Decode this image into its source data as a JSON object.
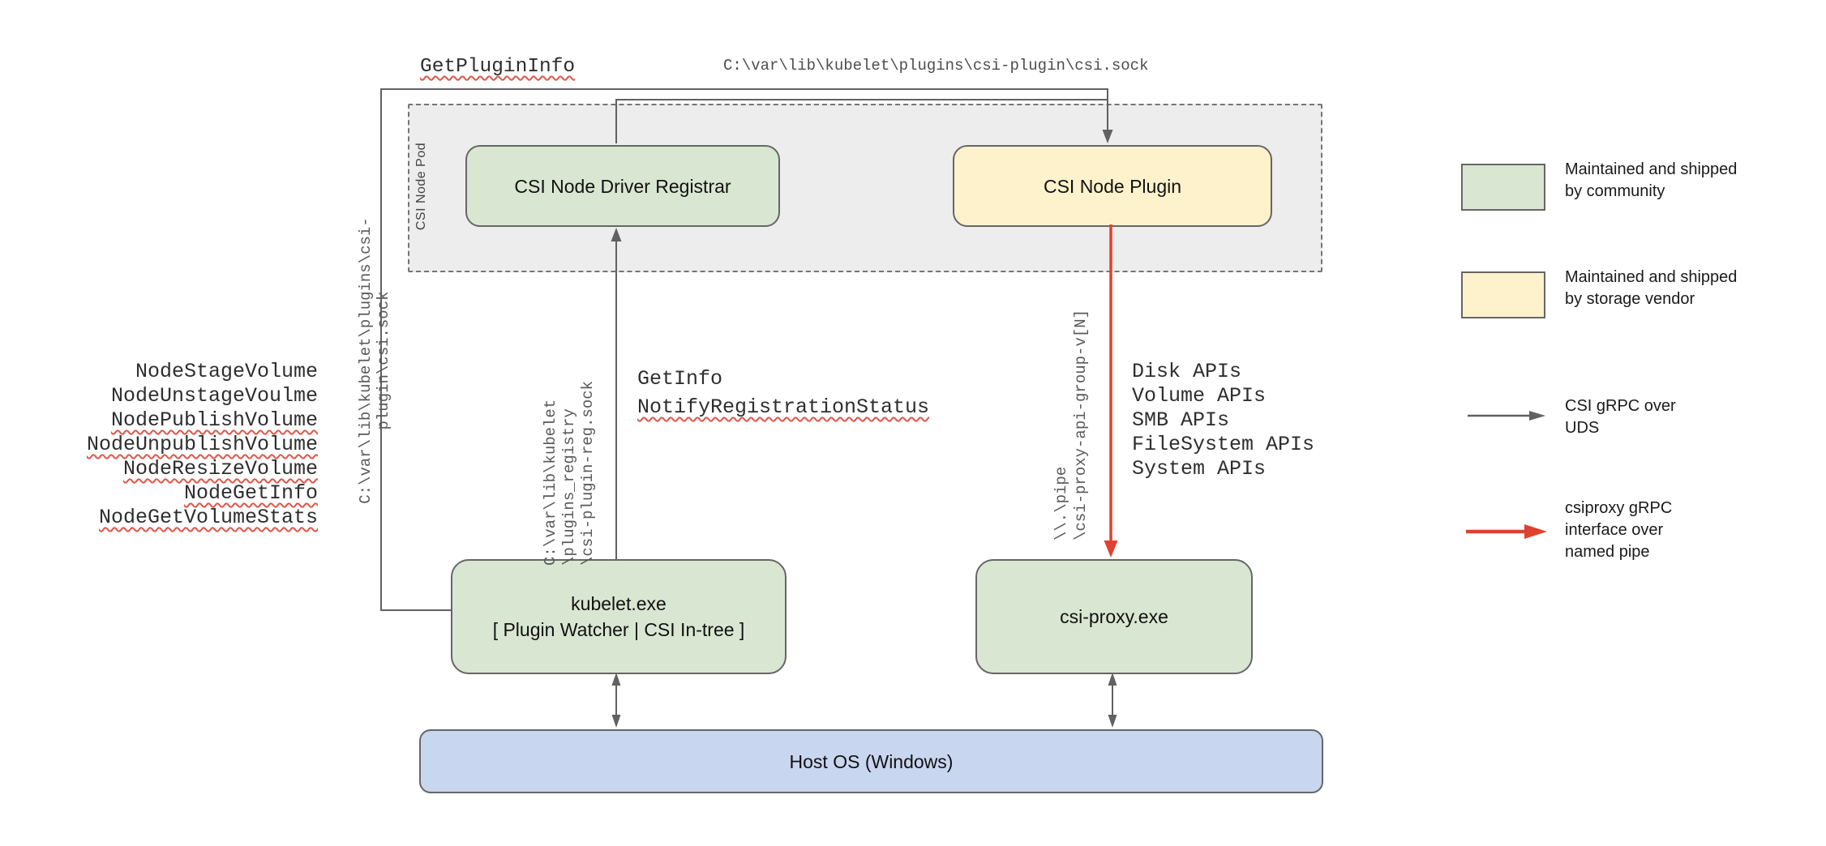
{
  "top_labels": {
    "get_plugin_info": "GetPluginInfo",
    "csi_sock_path": "C:\\var\\lib\\kubelet\\plugins\\csi-plugin\\csi.sock"
  },
  "pod": {
    "label": "CSI Node Pod",
    "registrar": "CSI Node Driver Registrar",
    "plugin": "CSI Node Plugin"
  },
  "boxes": {
    "kubelet_line1": "kubelet.exe",
    "kubelet_line2": "[ Plugin Watcher | CSI In-tree ]",
    "csi_proxy": "csi-proxy.exe",
    "host_os": "Host OS (Windows)"
  },
  "vertical_paths": {
    "kubelet_csi_sock": "C:\\var\\lib\\kubelet\\plugins\\csi-plugin\\csi.sock",
    "registry_line1": "C:\\var\\lib\\kubelet",
    "registry_line2": "\\plugins_registry",
    "registry_line3": "\\csi-plugin-reg.sock",
    "pipe_line1": "\\\\.\\pipe",
    "pipe_line2": "\\csi-proxy-api-group-v[N]"
  },
  "node_rpcs": [
    "NodeStageVolume",
    "NodeUnstageVoulme",
    "NodePublishVolume",
    "NodeUnpublishVolume",
    "NodeResizeVolume",
    "NodeGetInfo",
    "NodeGetVolumeStats"
  ],
  "registration_rpcs": {
    "line1": "GetInfo",
    "line2": "NotifyRegistrationStatus"
  },
  "proxy_apis": [
    "Disk APIs",
    "Volume APIs",
    "SMB APIs",
    "FileSystem APIs",
    "System APIs"
  ],
  "legend": {
    "community": "Maintained and shipped by community",
    "vendor": "Maintained and shipped by storage vendor",
    "uds": "CSI gRPC over UDS",
    "named_pipe": "csiproxy gRPC interface over named pipe"
  },
  "colors": {
    "community_fill": "#d9e7d2",
    "vendor_fill": "#fdf2cc",
    "host_fill": "#c9d6f0",
    "pod_fill": "#ededed",
    "line_gray": "#616161",
    "line_red": "#e0412f",
    "squiggle_red": "#e0564a"
  }
}
